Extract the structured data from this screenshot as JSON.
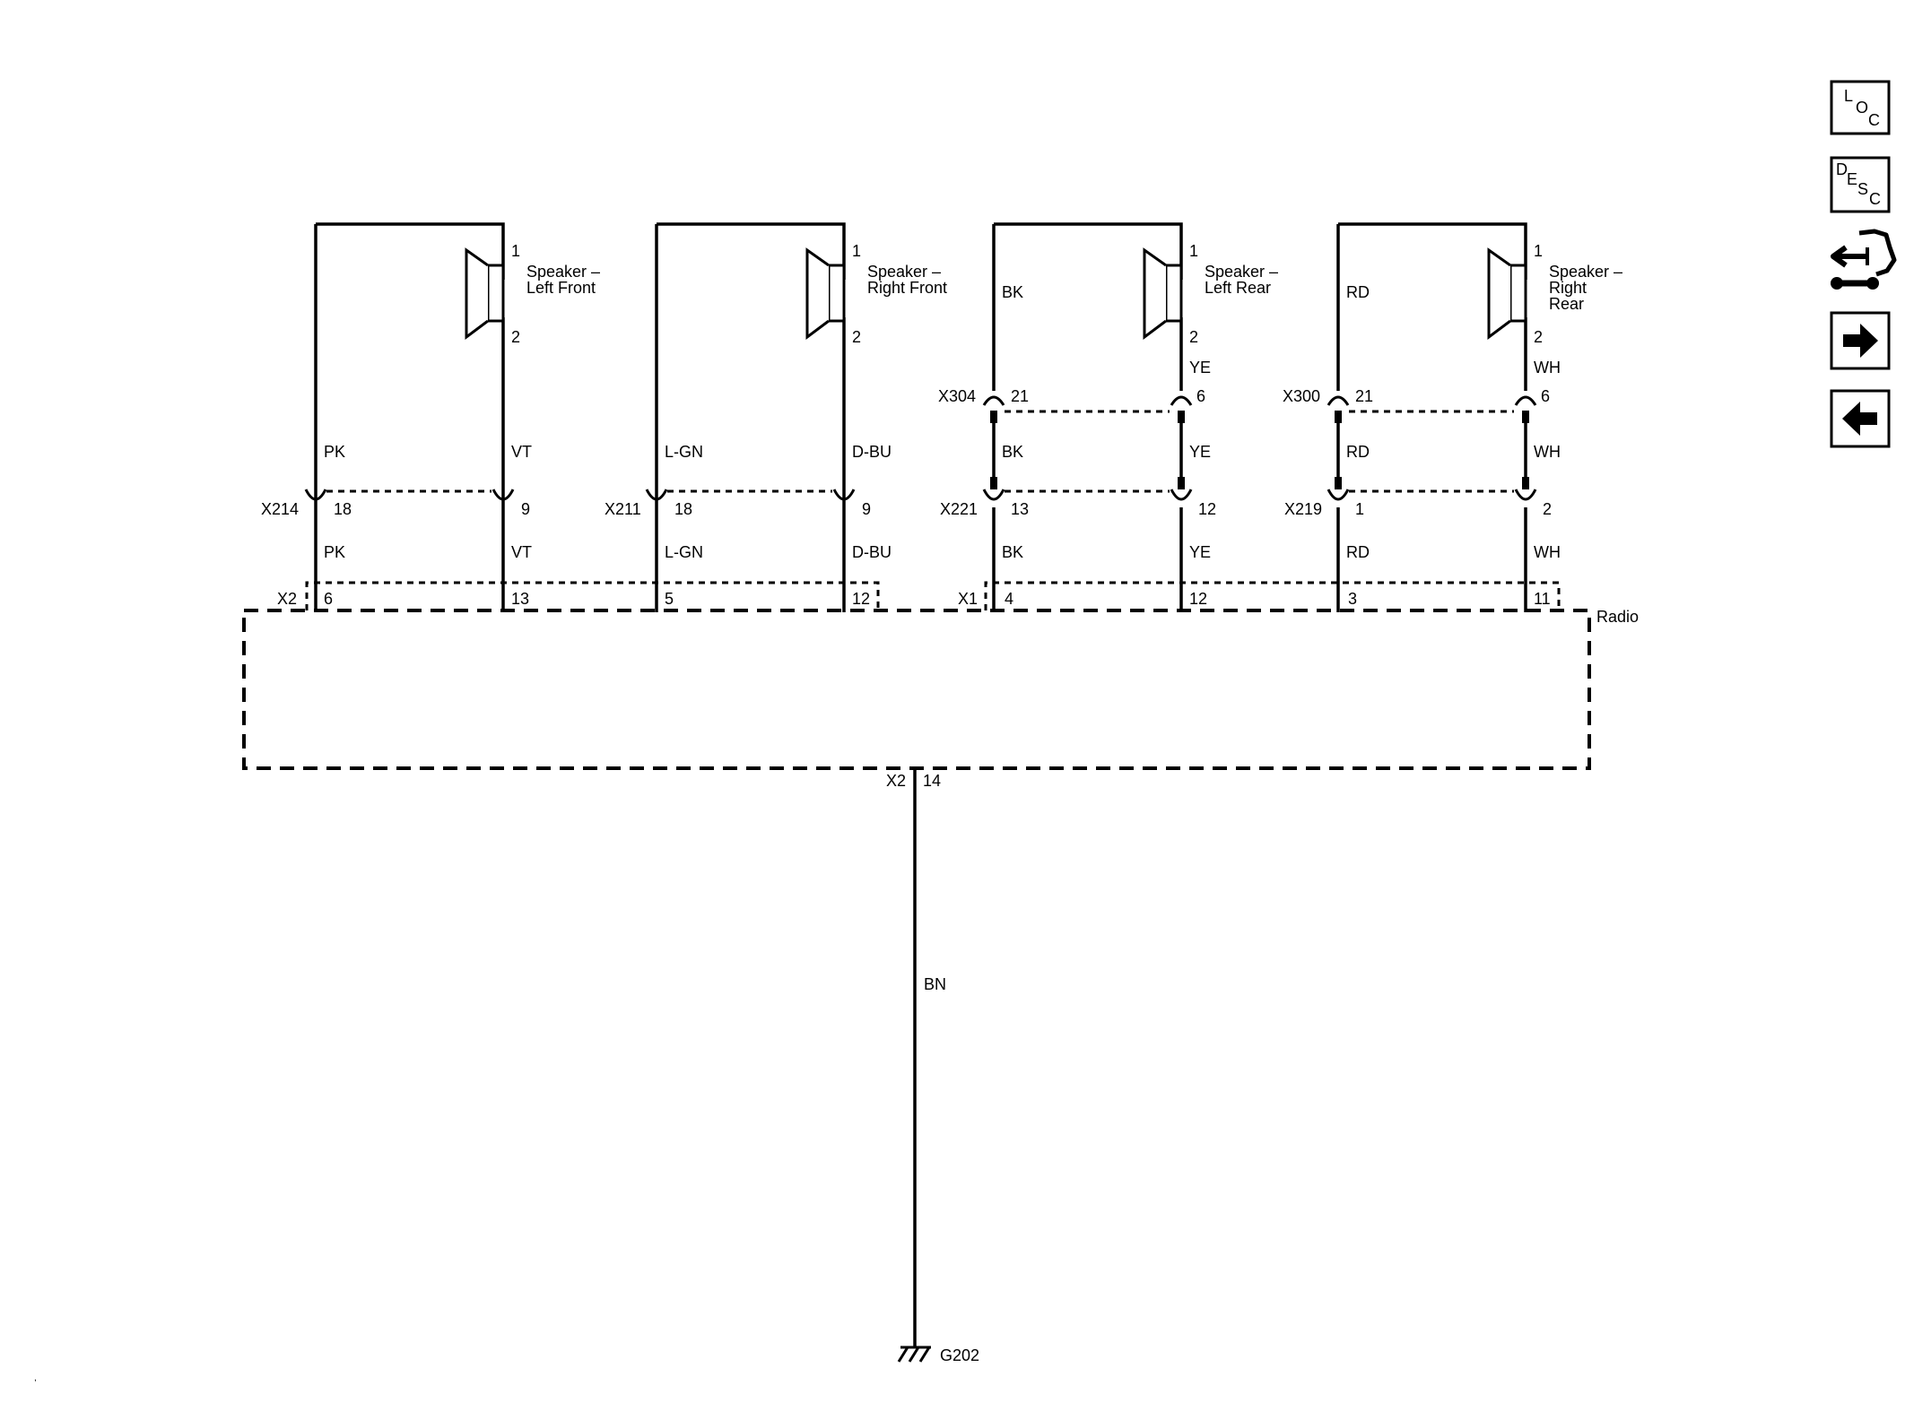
{
  "speakers": [
    {
      "name_lines": [
        "Speaker –",
        "Left Front"
      ],
      "pin_top": "1",
      "pin_bottom": "2"
    },
    {
      "name_lines": [
        "Speaker –",
        "Right Front"
      ],
      "pin_top": "1",
      "pin_bottom": "2"
    },
    {
      "name_lines": [
        "Speaker –",
        "Left Rear"
      ],
      "pin_top": "1",
      "pin_bottom": "2"
    },
    {
      "name_lines": [
        "Speaker –",
        "Right",
        "Rear"
      ],
      "pin_top": "1",
      "pin_bottom": "2"
    }
  ],
  "rear_speaker_wires": [
    {
      "left_color": "BK",
      "right_color": "YE"
    },
    {
      "left_color": "RD",
      "right_color": "WH"
    }
  ],
  "upper_connectors": [
    {
      "id": "X304",
      "left_pin": "21",
      "right_pin": "6",
      "left_color": "BK",
      "right_color": "YE"
    },
    {
      "id": "X300",
      "left_pin": "21",
      "right_pin": "6",
      "left_color": "RD",
      "right_color": "WH"
    }
  ],
  "inline_connectors": [
    {
      "id": "X214",
      "left_pin": "18",
      "right_pin": "9",
      "left_color_above": "PK",
      "right_color_above": "VT",
      "left_color_below": "PK",
      "right_color_below": "VT"
    },
    {
      "id": "X211",
      "left_pin": "18",
      "right_pin": "9",
      "left_color_above": "L-GN",
      "right_color_above": "D-BU",
      "left_color_below": "L-GN",
      "right_color_below": "D-BU"
    },
    {
      "id": "X221",
      "left_pin": "13",
      "right_pin": "12",
      "left_color_above": "BK",
      "right_color_above": "YE",
      "left_color_below": "BK",
      "right_color_below": "YE"
    },
    {
      "id": "X219",
      "left_pin": "1",
      "right_pin": "2",
      "left_color_above": "RD",
      "right_color_above": "WH",
      "left_color_below": "RD",
      "right_color_below": "WH"
    }
  ],
  "radio": {
    "label": "Radio",
    "connectors": [
      {
        "id": "X2",
        "pins": [
          "6",
          "13",
          "5",
          "12"
        ]
      },
      {
        "id": "X1",
        "pins": [
          "4",
          "12",
          "3",
          "11"
        ]
      }
    ],
    "ground_connector": {
      "id": "X2",
      "pin": "14"
    }
  },
  "ground": {
    "wire_color": "BN",
    "id": "G202"
  },
  "nav": [
    {
      "icon": "loc-icon",
      "chars": [
        "L",
        "O",
        "C"
      ]
    },
    {
      "icon": "desc-icon",
      "chars": [
        "D",
        "E",
        "S",
        "C"
      ]
    },
    {
      "icon": "connector-tools-icon"
    },
    {
      "icon": "arrow-right-icon"
    },
    {
      "icon": "arrow-left-icon"
    }
  ]
}
